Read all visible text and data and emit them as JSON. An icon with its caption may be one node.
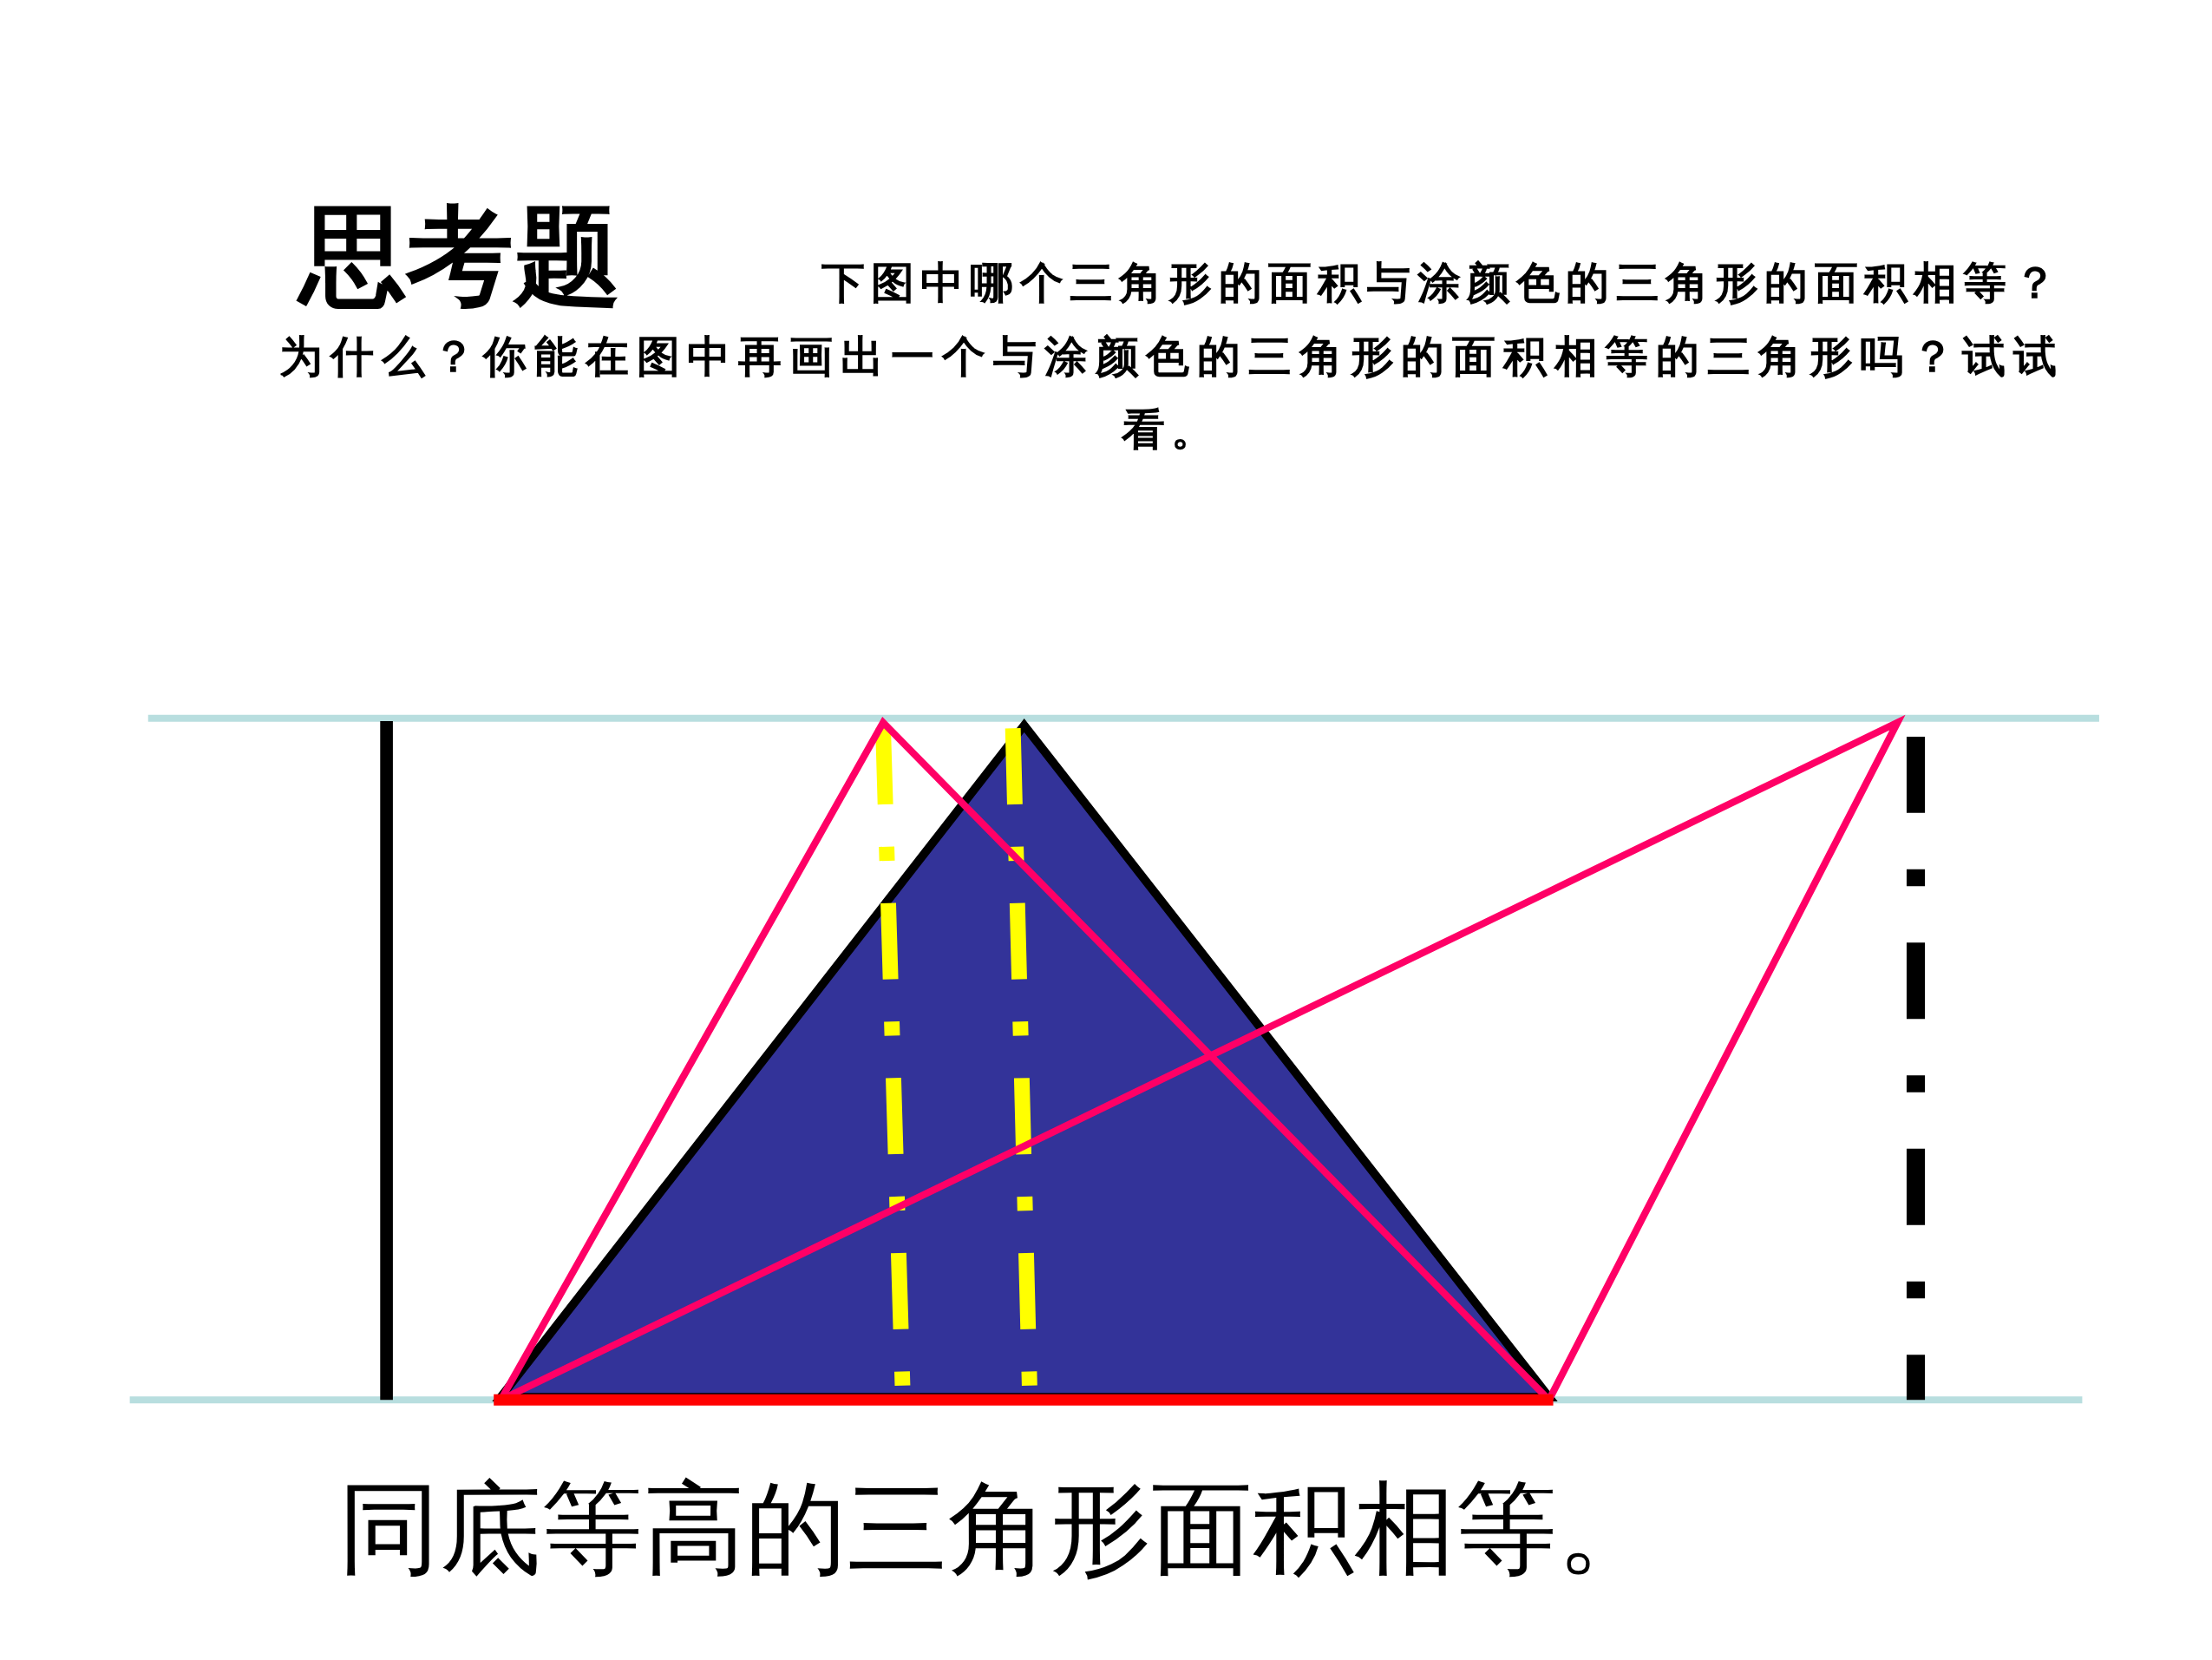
{
  "diagram": {
    "title": "思考题",
    "labels": [
      "下图中哪个三角形的面积与涂颜色的三角形的面积相等？为什么？你能在图中再画出一个与涂颜色的三角形的面积相等的三角形吗？试试看。",
      "同底等高的三角形面积相等。"
    ]
  }
}
